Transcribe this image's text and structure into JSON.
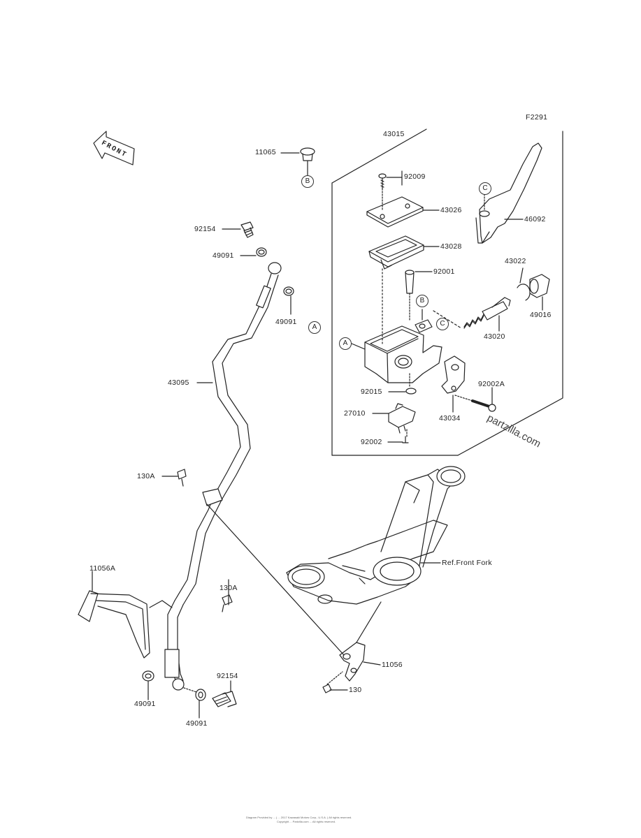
{
  "diagram_code": "F2291",
  "watermark": "partzilla.com",
  "front_arrow_label": "FRONT",
  "copyright_lines": [
    "Diagram Provided by ... ( ... 2017 Kawasaki Motors Corp., U.S.A. ) All rights reserved.",
    "Copyright ... Partzilla.com ... All rights reserved."
  ],
  "callouts": {
    "A1": "A",
    "A2": "A",
    "B1": "B",
    "B2": "B",
    "C1": "C",
    "C2": "C"
  },
  "parts": {
    "p43015": "43015",
    "p11065": "11065",
    "p92009": "92009",
    "p43026": "43026",
    "p43028": "43028",
    "p46092": "46092",
    "p92001": "92001",
    "p43022": "43022",
    "p49016": "49016",
    "p43020": "43020",
    "p92154_top": "92154",
    "p49091_top": "49091",
    "p49091_mid": "49091",
    "p43095": "43095",
    "p92015": "92015",
    "p92002A": "92002A",
    "p27010": "27010",
    "p43034": "43034",
    "p92002": "92002",
    "p130A_1": "130A",
    "p130A_2": "130A",
    "p11056A": "11056A",
    "ref_front_fork": "Ref.Front Fork",
    "p11056": "11056",
    "p130": "130",
    "p92154_bot": "92154",
    "p49091_bl": "49091",
    "p49091_bc": "49091"
  }
}
